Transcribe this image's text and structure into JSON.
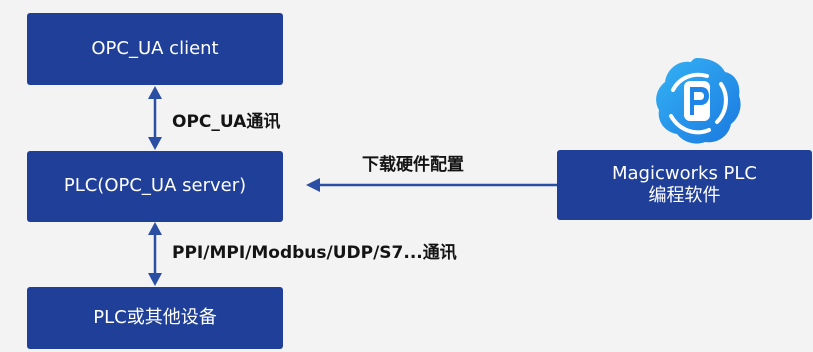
{
  "boxes": {
    "opc_ua_client": "OPC_UA client",
    "plc_server": "PLC(OPC_UA server)",
    "plc_other": "PLC或其他设备",
    "magicworks_line1": "Magicworks PLC",
    "magicworks_line2": "编程软件"
  },
  "connections": {
    "opc_ua_comm": "OPC_UA通讯",
    "protocols_comm": "PPI/MPI/Modbus/UDP/S7...通讯",
    "download_hw_config": "下载硬件配置"
  },
  "colors": {
    "box_fill": "#1f3f98",
    "arrow": "#2a4ea3",
    "background": "#f3f3f3",
    "logo_blue": "#1790e6"
  },
  "icons": {
    "logo": "magicworks-p-logo-icon"
  }
}
